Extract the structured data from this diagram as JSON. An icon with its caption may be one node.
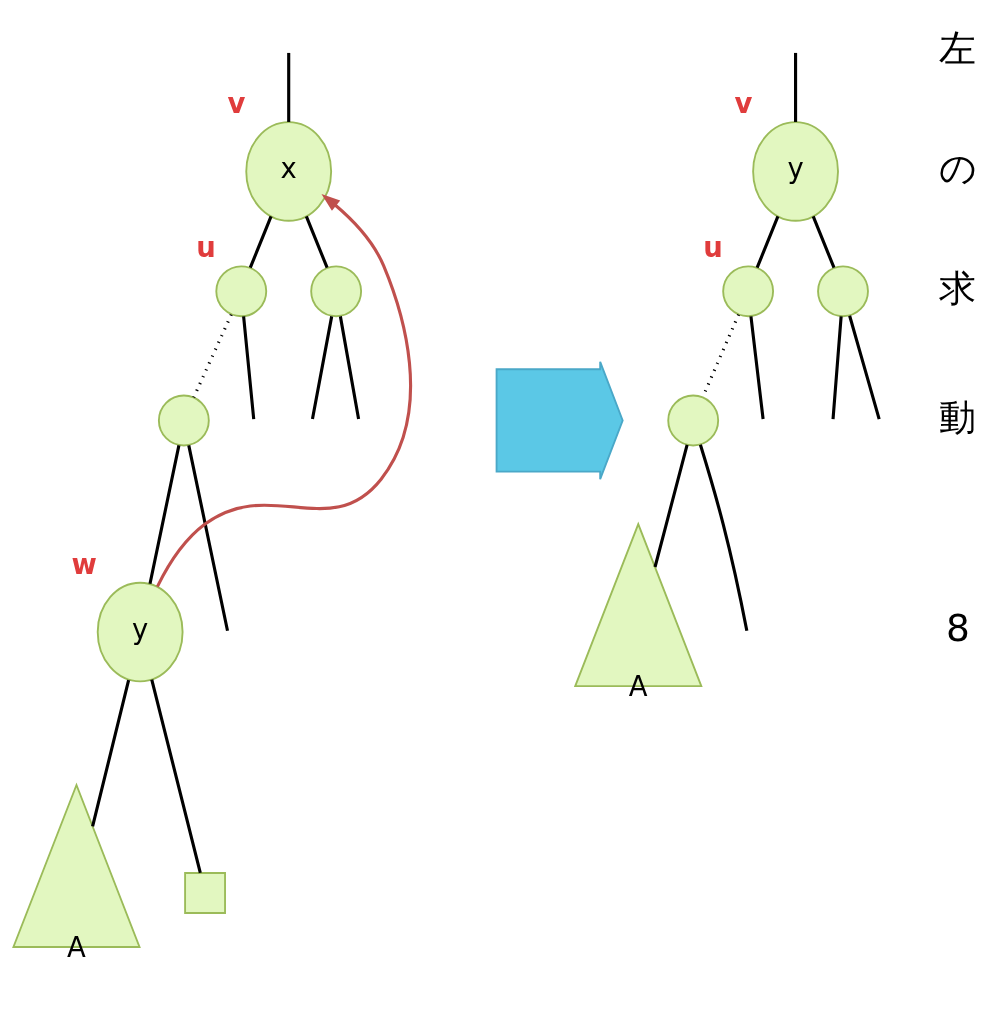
{
  "diagram": {
    "nodes": [
      {
        "text": [
          "x"
        ],
        "beside": [
          "v"
        ]
      },
      {
        "text": [],
        "shape": "circle",
        "beside": [
          "u"
        ]
      },
      {
        "text": [],
        "shape": "circle"
      },
      {
        "text": [],
        "shape": "circle"
      },
      {
        "text": [
          "y"
        ],
        "beside": [
          "w"
        ]
      },
      {
        "text": [
          "A"
        ]
      },
      {
        "text": [],
        "shape": "box"
      },
      {
        "text": [],
        "shape": "arrow"
      },
      {
        "text": [
          "y"
        ],
        "beside": [
          "v"
        ]
      },
      {
        "text": [],
        "shape": "circle",
        "beside": [
          "u"
        ]
      },
      {
        "text": [],
        "shape": "circle"
      },
      {
        "text": [],
        "shape": "circle"
      },
      {
        "text": [
          "A"
        ]
      }
    ],
    "edges": [
      {
        "from": null,
        "to": 0,
        "arrow": "none"
      },
      {
        "from": 0,
        "to": 1,
        "arrow": "none"
      },
      {
        "from": 0,
        "to": 2,
        "arrow": "none"
      },
      {
        "from": 1,
        "to": null,
        "arrow": "none"
      },
      {
        "from": 2,
        "to": null,
        "arrow": "none"
      },
      {
        "from": 2,
        "to": null,
        "arrow": "none"
      },
      {
        "from": 1,
        "to": 3,
        "arrow": "none",
        "style": "dashed"
      },
      {
        "from": 3,
        "to": null,
        "arrow": "none"
      },
      {
        "from": 3,
        "to": 4,
        "arrow": "none"
      },
      {
        "from": 4,
        "to": 5,
        "arrow": "none"
      },
      {
        "from": 4,
        "to": 6,
        "arrow": "none"
      },
      {
        "from": 4,
        "to": 0,
        "arrow": "to",
        "color": "#c0504d"
      },
      {
        "from": null,
        "to": 8,
        "arrow": "none"
      },
      {
        "from": 8,
        "to": 9,
        "arrow": "none"
      },
      {
        "from": 8,
        "to": 10,
        "arrow": "none"
      },
      {
        "from": 9,
        "to": null,
        "arrow": "none"
      },
      {
        "from": 10,
        "to": null,
        "arrow": "none"
      },
      {
        "from": 10,
        "to": null,
        "arrow": "none"
      },
      {
        "from": 9,
        "to": 11,
        "arrow": "none",
        "style": "dashed"
      },
      {
        "from": 11,
        "to": null,
        "arrow": "none"
      },
      {
        "from": 11,
        "to": 12,
        "arrow": "none"
      }
    ],
    "labels": [
      "左",
      "の",
      "求",
      "動",
      "8"
    ]
  }
}
